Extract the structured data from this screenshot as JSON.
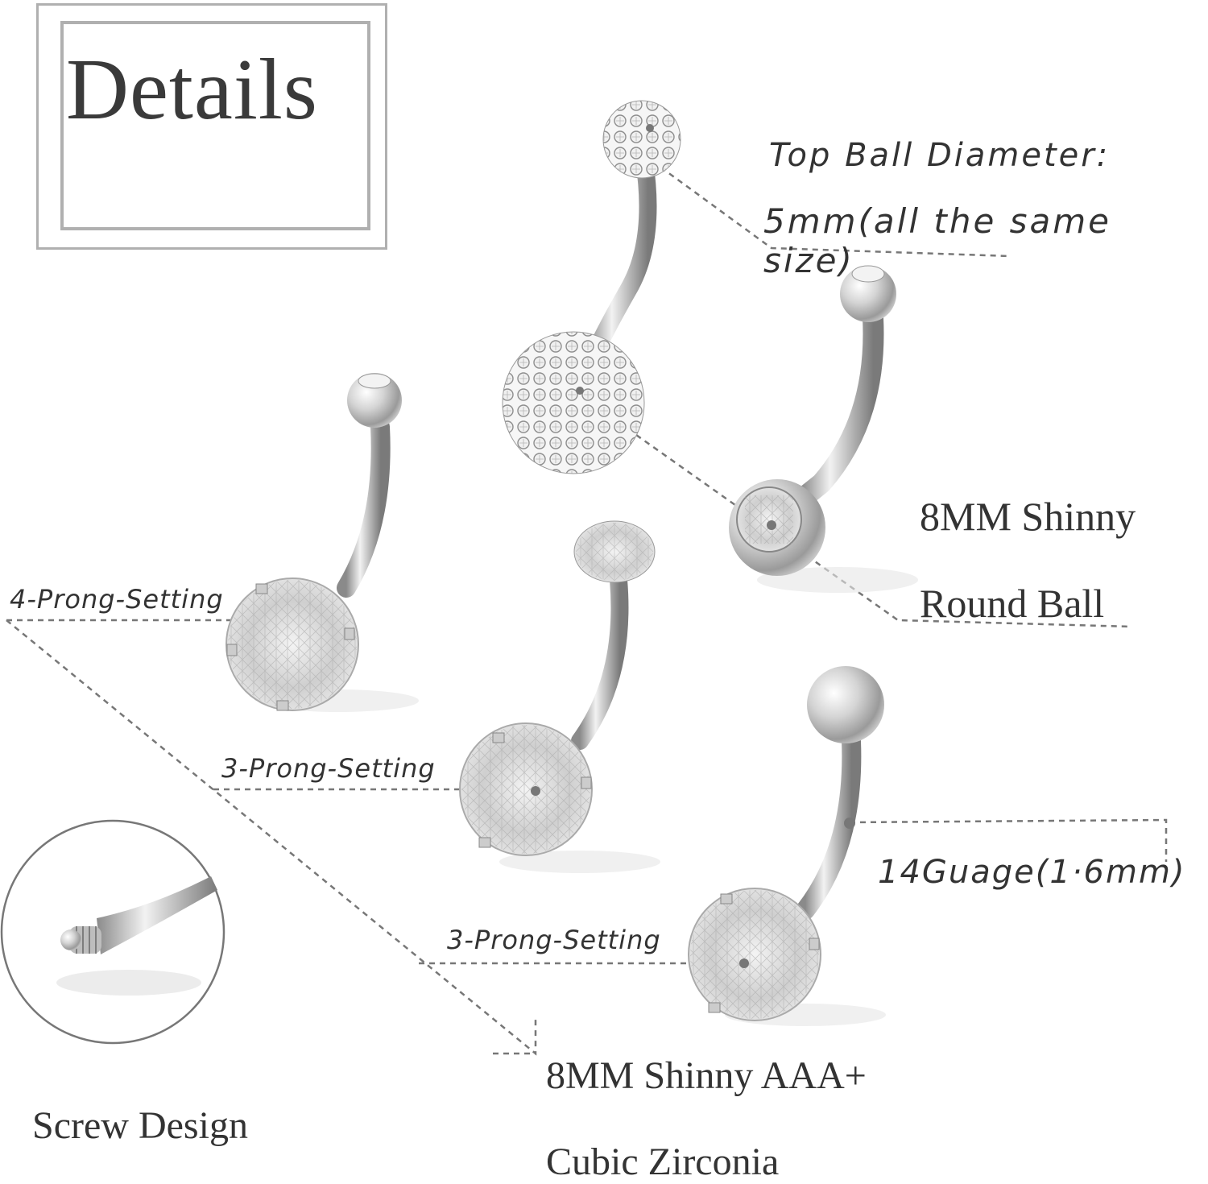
{
  "title": "Details",
  "labels": {
    "top_ball_line1": "Top Ball Diameter:",
    "top_ball_line2": "5mm(all the same size)",
    "round_ball_line1": "8MM Shinny",
    "round_ball_line2": "Round Ball",
    "four_prong": "4-Prong-Setting",
    "three_prong_1": "3-Prong-Setting",
    "three_prong_2": "3-Prong-Setting",
    "gauge": "14Guage(1·6mm)",
    "cz_line1": "8MM Shinny AAA+",
    "cz_line2": "Cubic Zirconia",
    "screw": "Screw Design"
  },
  "products": [
    {
      "name": "crystal-ball-belly-ring",
      "top": "pave crystal ball",
      "bottom": "pave crystal ball"
    },
    {
      "name": "round-ball-belly-ring",
      "top": "jeweled ball",
      "bottom": "8mm jeweled round ball"
    },
    {
      "name": "four-prong-belly-ring",
      "top": "jeweled ball",
      "bottom": "4-prong cubic zirconia"
    },
    {
      "name": "three-prong-belly-ring-a",
      "top": "prong cz",
      "bottom": "3-prong cubic zirconia"
    },
    {
      "name": "three-prong-belly-ring-b",
      "top": "plain steel ball",
      "bottom": "3-prong cubic zirconia"
    }
  ],
  "colors": {
    "frame": "#b0b0b0",
    "text": "#333333",
    "dash": "#777777",
    "metal": "#c8c8c8"
  }
}
